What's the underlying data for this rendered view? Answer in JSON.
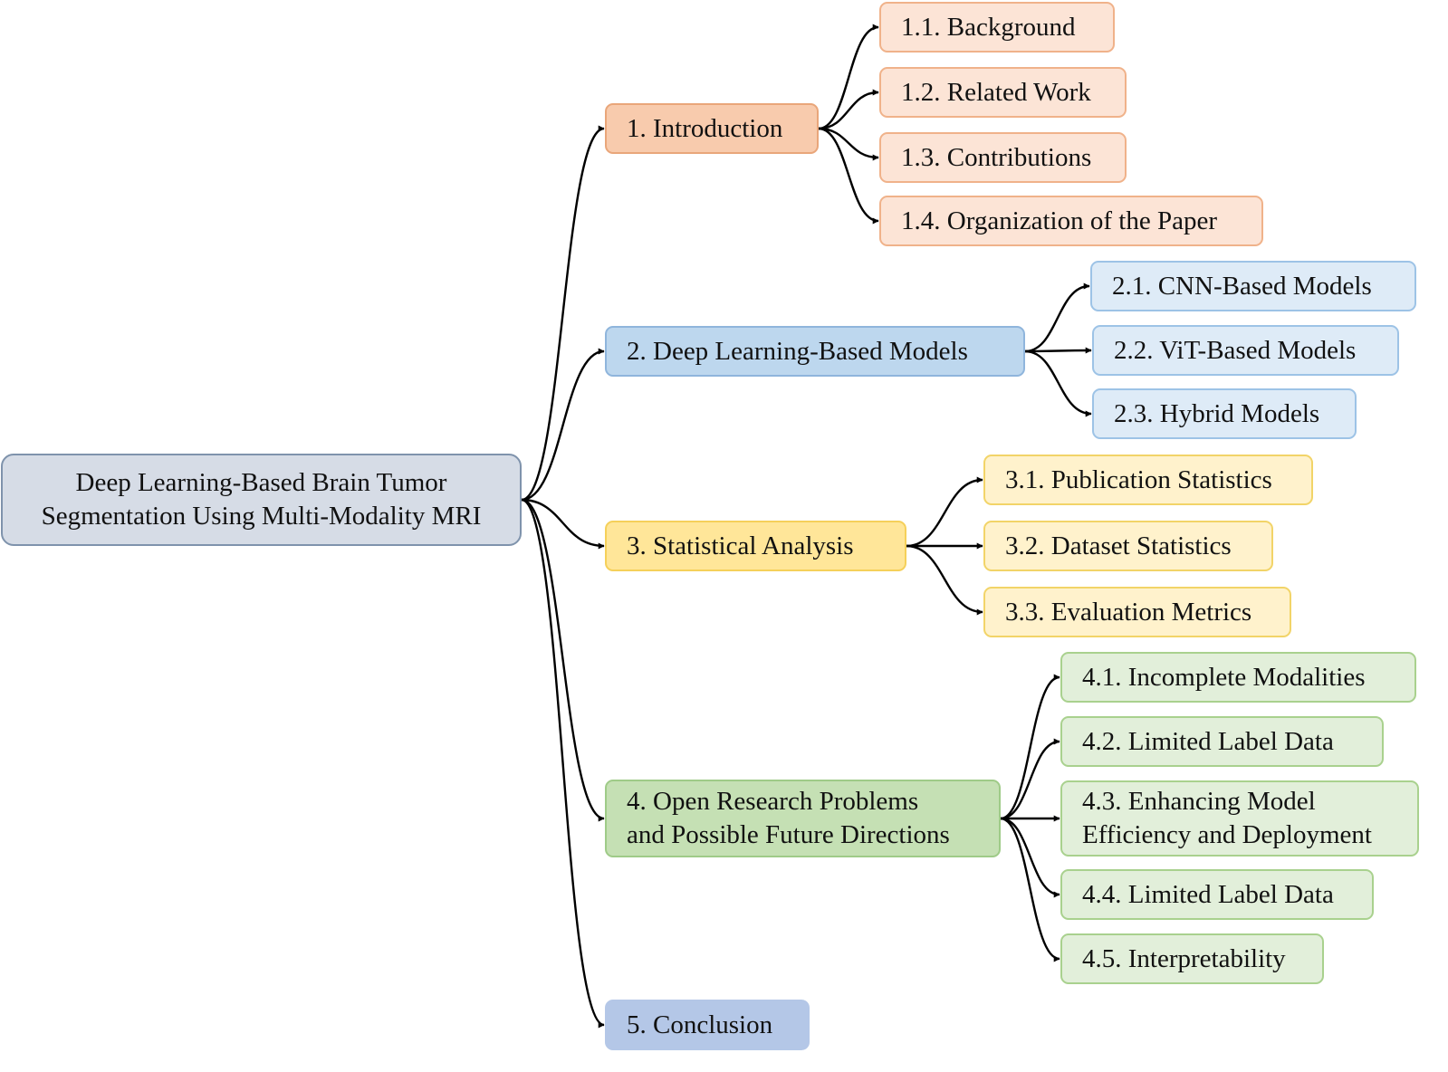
{
  "root": {
    "lines": [
      "Deep Learning-Based Brain Tumor",
      "Segmentation Using Multi-Modality MRI"
    ]
  },
  "colors": {
    "root_fill": "#d6dce6",
    "root_border": "#7f93ac",
    "s1_fill": "#f8cbad",
    "s1_border": "#e9a67a",
    "s1_sub_fill": "#fce4d6",
    "s1_sub_border": "#f0b28a",
    "s2_fill": "#bdd7ee",
    "s2_border": "#8fb5dc",
    "s2_sub_fill": "#deebf7",
    "s2_sub_border": "#9dc3e6",
    "s3_fill": "#ffe699",
    "s3_border": "#f5d05a",
    "s3_sub_fill": "#fff2cc",
    "s3_sub_border": "#f2d468",
    "s4_fill": "#c5e0b4",
    "s4_border": "#9fcb88",
    "s4_sub_fill": "#e2efda",
    "s4_sub_border": "#a9d18e",
    "s5_fill": "#b4c7e7",
    "s5_border": "#b4c7e7",
    "edge": "#000000"
  },
  "sections": [
    {
      "lines": [
        "1. Introduction"
      ],
      "children": [
        "1.1. Background",
        "1.2. Related Work",
        "1.3. Contributions",
        "1.4. Organization of the Paper"
      ]
    },
    {
      "lines": [
        "2. Deep Learning-Based Models"
      ],
      "children": [
        "2.1. CNN-Based Models",
        "2.2. ViT-Based Models",
        "2.3. Hybrid Models"
      ]
    },
    {
      "lines": [
        "3. Statistical Analysis"
      ],
      "children": [
        "3.1. Publication Statistics",
        "3.2. Dataset Statistics",
        "3.3. Evaluation Metrics"
      ]
    },
    {
      "lines": [
        "4. Open Research Problems",
        "and Possible Future Directions"
      ],
      "children": [
        [
          "4.1. Incomplete Modalities"
        ],
        [
          "4.2. Limited Label Data"
        ],
        [
          "4.3. Enhancing Model",
          "Efficiency and Deployment"
        ],
        [
          "4.4. Limited Label Data"
        ],
        [
          "4.5. Interpretability"
        ]
      ]
    },
    {
      "lines": [
        "5. Conclusion"
      ],
      "children": []
    }
  ]
}
